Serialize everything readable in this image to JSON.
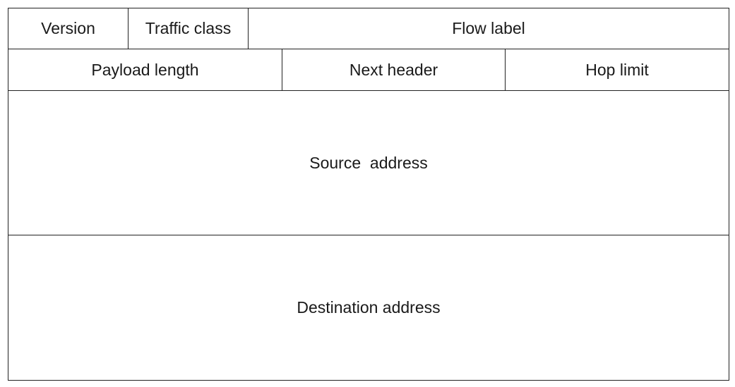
{
  "header_fields": {
    "row1": {
      "version": "Version",
      "traffic_class": "Traffic class",
      "flow_label": "Flow label"
    },
    "row2": {
      "payload_length": "Payload length",
      "next_header": "Next header",
      "hop_limit": "Hop limit"
    },
    "source_address": "Source  address",
    "destination_address": "Destination address"
  }
}
